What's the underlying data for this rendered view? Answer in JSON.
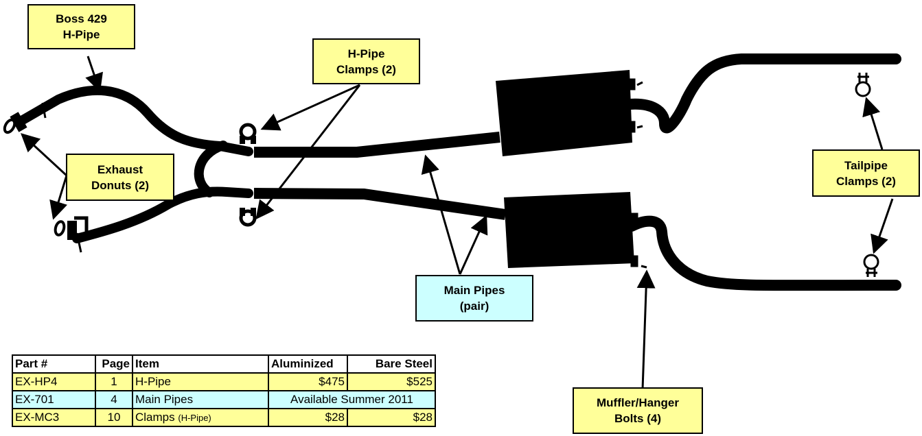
{
  "callouts": {
    "boss_h_pipe": [
      "Boss 429",
      "H-Pipe"
    ],
    "h_pipe_clamps": [
      "H-Pipe",
      "Clamps (2)"
    ],
    "exhaust_donuts": [
      "Exhaust",
      "Donuts (2)"
    ],
    "main_pipes": [
      "Main Pipes",
      "(pair)"
    ],
    "tailpipe_clamps": [
      "Tailpipe",
      "Clamps (2)"
    ],
    "muffler_bolts": [
      "Muffler/Hanger",
      "Bolts (4)"
    ]
  },
  "table": {
    "headers": [
      "Part #",
      "Page",
      "Item",
      "Aluminized",
      "Bare Steel"
    ],
    "rows": [
      {
        "part": "EX-HP4",
        "page": "1",
        "item": "H-Pipe",
        "item_note": "",
        "aluminized": "$475",
        "bare_steel": "$525",
        "color": "#ffff99"
      },
      {
        "part": "EX-701",
        "page": "4",
        "item": "Main Pipes",
        "item_note": "",
        "availability": "Available Summer 2011",
        "color": "#ccffff"
      },
      {
        "part": "EX-MC3",
        "page": "10",
        "item": "Clamps",
        "item_note": "(H-Pipe)",
        "aluminized": "$28",
        "bare_steel": "$28",
        "color": "#ffff99"
      }
    ]
  },
  "colors": {
    "callout_yellow": "#ffff99",
    "callout_cyan": "#ccffff",
    "pipe": "#000000"
  }
}
